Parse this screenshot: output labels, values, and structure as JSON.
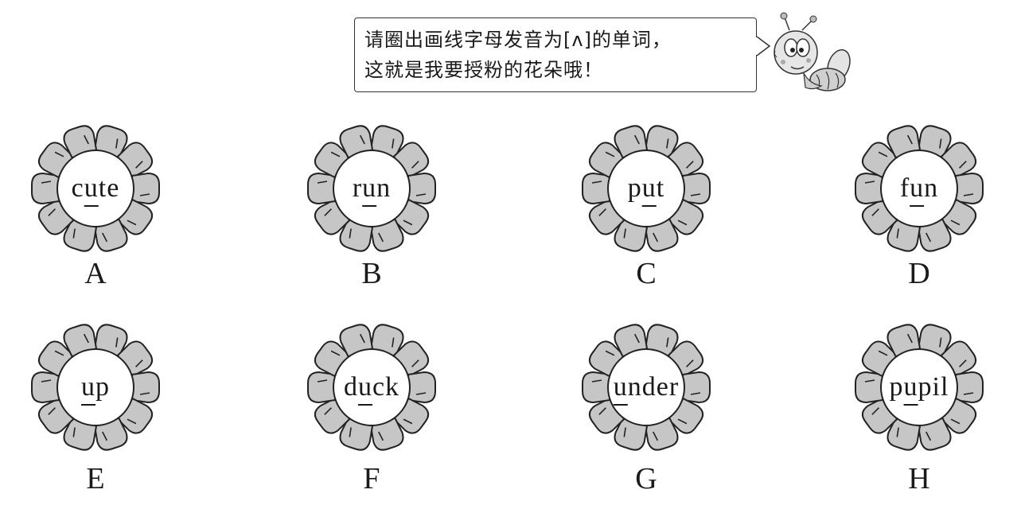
{
  "instruction": {
    "line1": "请圈出画线字母发音为[ʌ]的单词，",
    "line2": "这就是我要授粉的花朵哦！"
  },
  "flowers": [
    {
      "label": "A",
      "pre": "c",
      "underlined": "u",
      "post": "te"
    },
    {
      "label": "B",
      "pre": "r",
      "underlined": "u",
      "post": "n"
    },
    {
      "label": "C",
      "pre": "p",
      "underlined": "u",
      "post": "t"
    },
    {
      "label": "D",
      "pre": "f",
      "underlined": "u",
      "post": "n"
    },
    {
      "label": "E",
      "pre": "",
      "underlined": "u",
      "post": "p"
    },
    {
      "label": "F",
      "pre": "d",
      "underlined": "u",
      "post": "ck"
    },
    {
      "label": "G",
      "pre": "",
      "underlined": "u",
      "post": "nder"
    },
    {
      "label": "H",
      "pre": "p",
      "underlined": "u",
      "post": "pil"
    }
  ],
  "colors": {
    "petal": "#c6c6c6",
    "stroke": "#222222",
    "bee": "#d9d9d9"
  },
  "icons": {
    "mascot": "bee-icon",
    "petal": "petal-icon"
  }
}
